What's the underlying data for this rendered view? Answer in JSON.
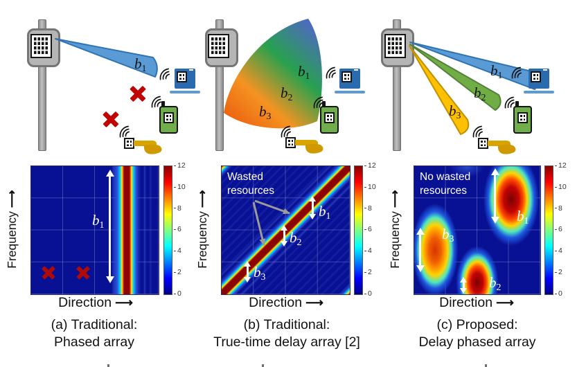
{
  "figure": {
    "axes": {
      "x_label": "Direction",
      "y_label": "Frequency",
      "arrow": "⟶"
    },
    "colorbar": {
      "min": 0,
      "max": 12,
      "ticks": [
        "12",
        "10",
        "8",
        "6",
        "4",
        "2",
        "0"
      ]
    },
    "panels": [
      {
        "caption": [
          "(a) Traditional:",
          "Phased array"
        ],
        "beam_labels": [
          {
            "base": "b",
            "sub": "1"
          }
        ],
        "map_labels": [
          {
            "base": "b",
            "sub": "1"
          }
        ],
        "note": [],
        "heatmap_pattern": "single vertical stripe at ~75% direction spanning all frequencies; two red X marks mark unserved directions"
      },
      {
        "caption": [
          "(b) Traditional:",
          "True-time delay array [2]"
        ],
        "beam_labels": [
          {
            "base": "b",
            "sub": "1"
          },
          {
            "base": "b",
            "sub": "2"
          },
          {
            "base": "b",
            "sub": "3"
          }
        ],
        "map_labels": [
          {
            "base": "b",
            "sub": "1"
          },
          {
            "base": "b",
            "sub": "2"
          },
          {
            "base": "b",
            "sub": "3"
          }
        ],
        "note": [
          "Wasted",
          "resources"
        ],
        "heatmap_pattern": "diagonal stripe from bottom-left to top-right; users occupy small segments of it"
      },
      {
        "caption": [
          "(c) Proposed:",
          "Delay phased array"
        ],
        "beam_labels": [
          {
            "base": "b",
            "sub": "1"
          },
          {
            "base": "b",
            "sub": "2"
          },
          {
            "base": "b",
            "sub": "3"
          }
        ],
        "map_labels": [
          {
            "base": "b",
            "sub": "1"
          },
          {
            "base": "b",
            "sub": "2"
          },
          {
            "base": "b",
            "sub": "3"
          }
        ],
        "note": [
          "No wasted",
          "resources"
        ],
        "heatmap_pattern": "three localized beam spots: b1 high-frequency right, b3 mid-frequency left, b2 low-frequency center"
      }
    ],
    "colors": {
      "beam_blue": "#5b9bd5",
      "beam_green": "#70ad47",
      "beam_yellow": "#ffc000",
      "cross_red": "#c00202",
      "jet_min": "#000089",
      "jet_max": "#7f0000"
    }
  }
}
